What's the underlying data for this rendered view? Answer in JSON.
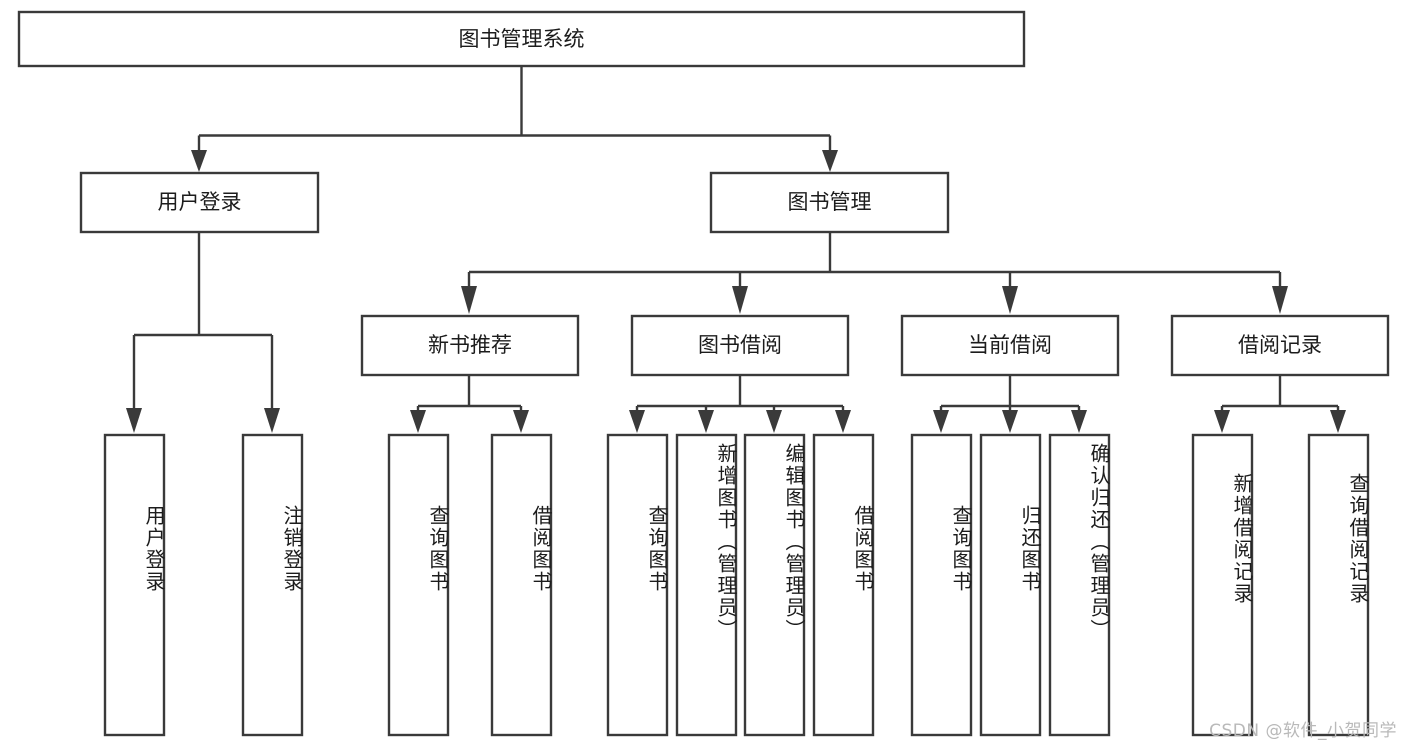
{
  "diagram": {
    "title_node": {
      "label": "图书管理系统"
    },
    "level1": [
      {
        "id": "user-login",
        "label": "用户登录"
      },
      {
        "id": "book-management",
        "label": "图书管理"
      }
    ],
    "level2": [
      {
        "id": "new-book-recommend",
        "label": "新书推荐"
      },
      {
        "id": "book-borrow",
        "label": "图书借阅"
      },
      {
        "id": "current-borrow",
        "label": "当前借阅"
      },
      {
        "id": "borrow-record",
        "label": "借阅记录"
      }
    ],
    "leaves": [
      {
        "id": "leaf-user-login",
        "label": "用户登录",
        "parent": "user-login"
      },
      {
        "id": "leaf-logout-login",
        "label": "注销登录",
        "parent": "user-login"
      },
      {
        "id": "leaf-query-book-1",
        "label": "查询图书",
        "parent": "new-book-recommend"
      },
      {
        "id": "leaf-borrow-book-1",
        "label": "借阅图书",
        "parent": "new-book-recommend"
      },
      {
        "id": "leaf-query-book-2",
        "label": "查询图书",
        "parent": "book-borrow"
      },
      {
        "id": "leaf-add-book",
        "label": "新增图书（管理员）",
        "parent": "book-borrow"
      },
      {
        "id": "leaf-edit-book",
        "label": "编辑图书（管理员）",
        "parent": "book-borrow"
      },
      {
        "id": "leaf-borrow-book-2",
        "label": "借阅图书",
        "parent": "book-borrow"
      },
      {
        "id": "leaf-query-book-3",
        "label": "查询图书",
        "parent": "current-borrow"
      },
      {
        "id": "leaf-return-book",
        "label": "归还图书",
        "parent": "current-borrow"
      },
      {
        "id": "leaf-confirm-return",
        "label": "确认归还（管理员）",
        "parent": "current-borrow"
      },
      {
        "id": "leaf-add-record",
        "label": "新增借阅记录",
        "parent": "borrow-record"
      },
      {
        "id": "leaf-query-record",
        "label": "查询借阅记录",
        "parent": "borrow-record"
      }
    ],
    "watermark": "CSDN @软件_小贺同学",
    "colors": {
      "stroke": "#3a3a3a",
      "text": "#1c1c1c",
      "background": "#ffffff",
      "watermark": "#b9b9b9"
    }
  }
}
